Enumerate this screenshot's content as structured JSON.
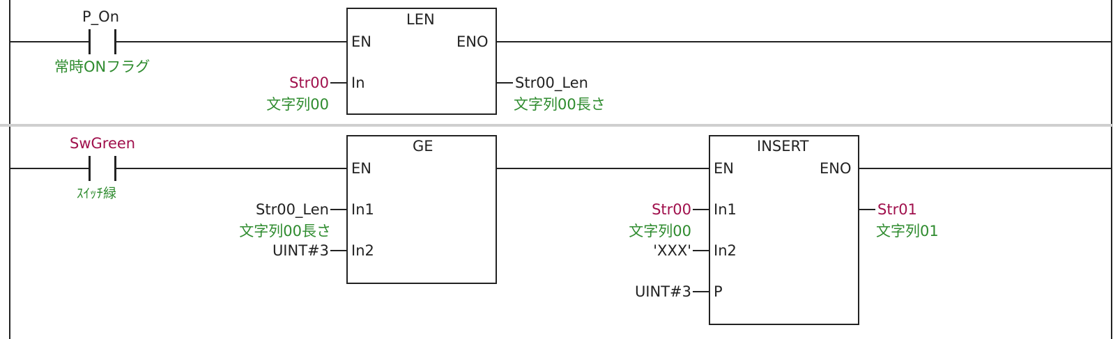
{
  "colors": {
    "variable": "#a0104c",
    "comment": "#2e8b2e",
    "wire": "#222222",
    "divider": "#cfcfcf"
  },
  "rung1": {
    "contact": {
      "variable": "P_On",
      "comment": "常時ONフラグ"
    },
    "block": {
      "name": "LEN",
      "en": "EN",
      "eno": "ENO",
      "in_label": "In",
      "in_var": "Str00",
      "in_comment": "文字列00",
      "out_var": "Str00_Len",
      "out_comment": "文字列00長さ"
    }
  },
  "rung2": {
    "contact": {
      "variable": "SwGreen",
      "comment": "ｽｲｯﾁ緑"
    },
    "ge": {
      "name": "GE",
      "en": "EN",
      "in1_label": "In1",
      "in1_var": "Str00_Len",
      "in1_comment": "文字列00長さ",
      "in2_label": "In2",
      "in2_var": "UINT#3"
    },
    "insert": {
      "name": "INSERT",
      "en": "EN",
      "eno": "ENO",
      "in1_label": "In1",
      "in1_var": "Str00",
      "in1_comment": "文字列00",
      "in2_label": "In2",
      "in2_var": "'XXX'",
      "p_label": "P",
      "p_var": "UINT#3",
      "out_var": "Str01",
      "out_comment": "文字列01"
    }
  }
}
